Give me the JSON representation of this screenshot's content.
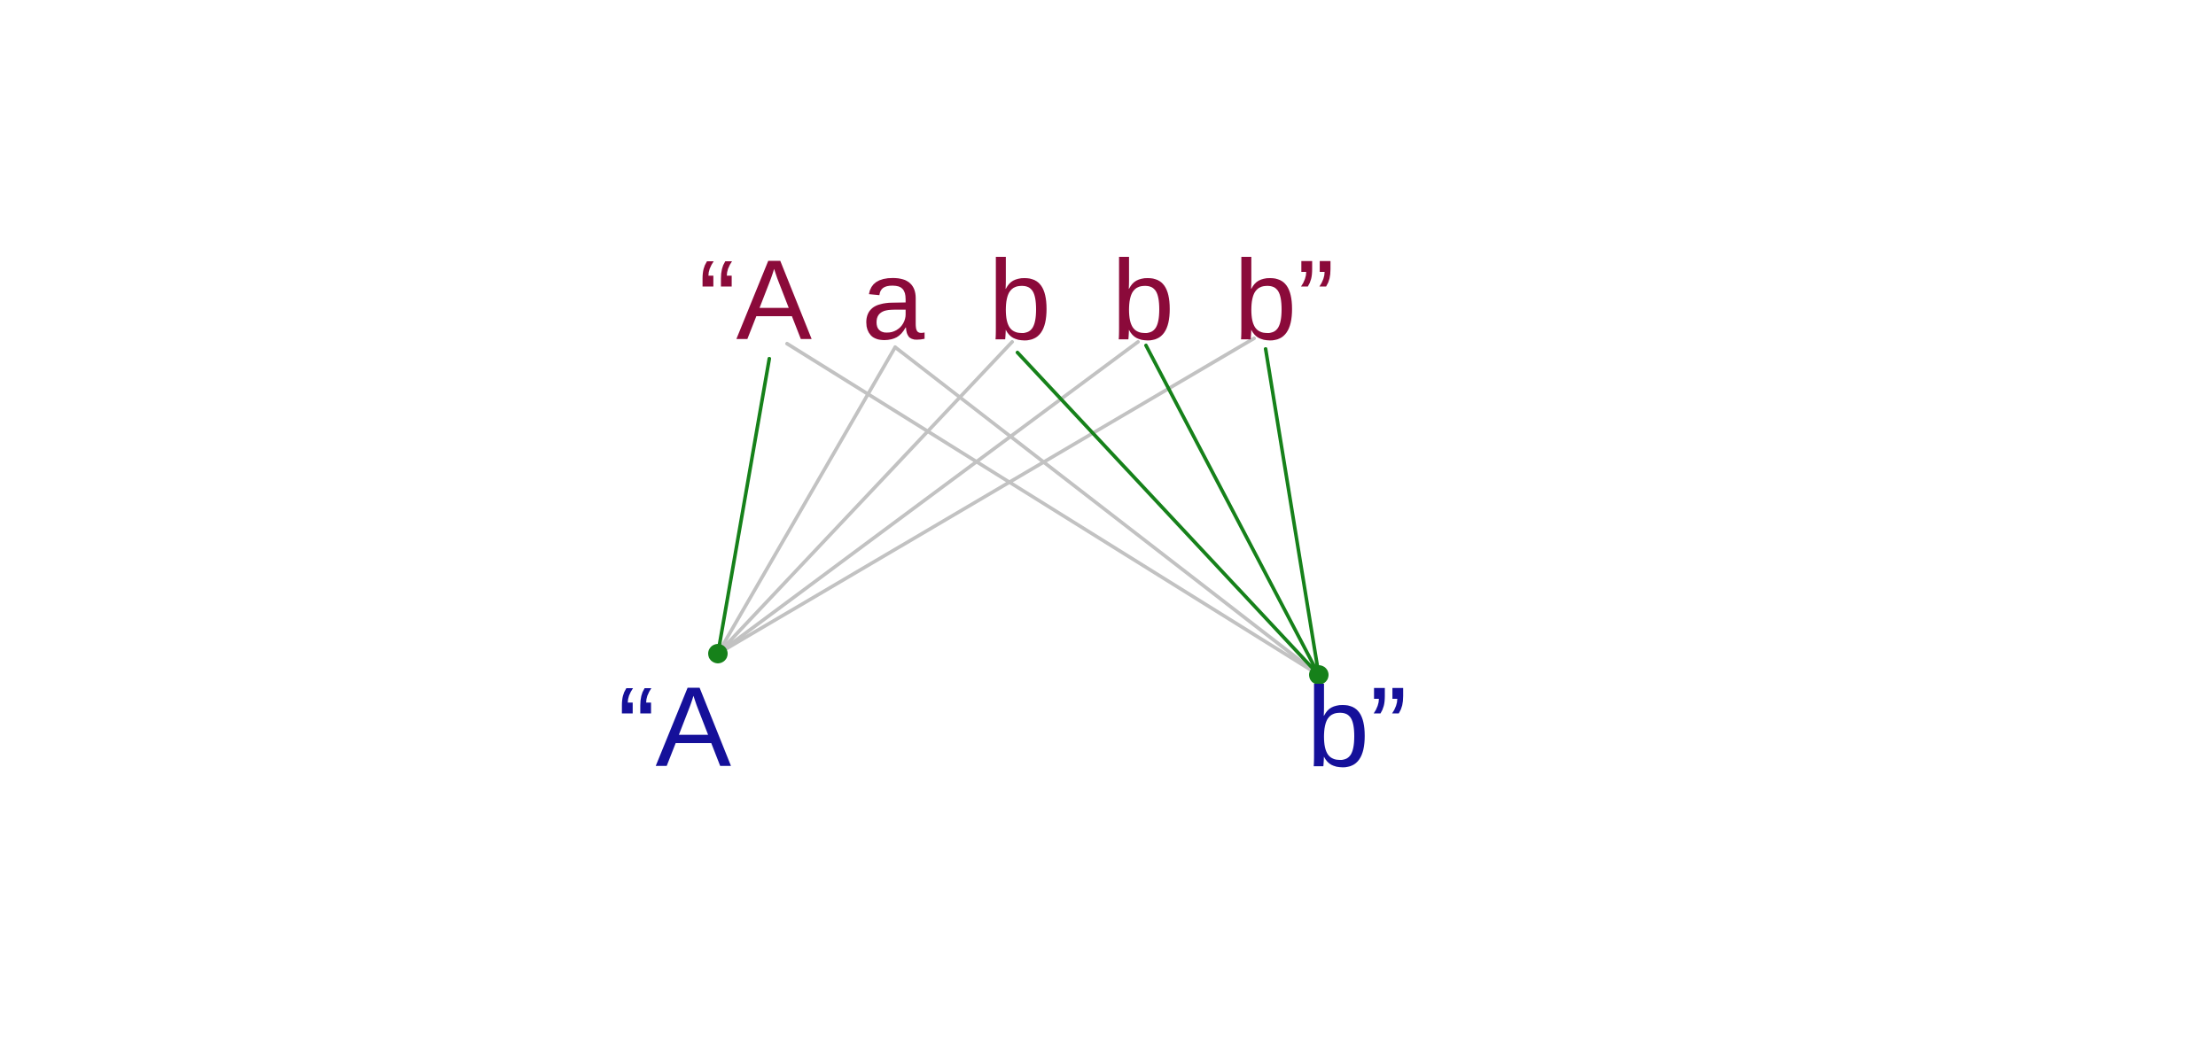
{
  "colors": {
    "top_text": "#8b0a3a",
    "bottom_text": "#15109a",
    "aligned_edge": "#16811a",
    "unaligned_edge": "#c2c2c2",
    "node": "#16811a",
    "background": "#ffffff"
  },
  "top_tokens": [
    {
      "id": "t0",
      "text": "“A"
    },
    {
      "id": "t1",
      "text": "a"
    },
    {
      "id": "t2",
      "text": "b"
    },
    {
      "id": "t3",
      "text": "b"
    },
    {
      "id": "t4",
      "text": "b”"
    }
  ],
  "bottom_tokens": [
    {
      "id": "b0",
      "text": "“A"
    },
    {
      "id": "b1",
      "text": "b”"
    }
  ],
  "edges": [
    {
      "from": "t0",
      "to": "b0",
      "aligned": true
    },
    {
      "from": "t0",
      "to": "b1",
      "aligned": false
    },
    {
      "from": "t1",
      "to": "b0",
      "aligned": false
    },
    {
      "from": "t1",
      "to": "b1",
      "aligned": false
    },
    {
      "from": "t2",
      "to": "b0",
      "aligned": false
    },
    {
      "from": "t2",
      "to": "b1",
      "aligned": true
    },
    {
      "from": "t3",
      "to": "b0",
      "aligned": false
    },
    {
      "from": "t3",
      "to": "b1",
      "aligned": true
    },
    {
      "from": "t4",
      "to": "b0",
      "aligned": false
    },
    {
      "from": "t4",
      "to": "b1",
      "aligned": true
    }
  ]
}
